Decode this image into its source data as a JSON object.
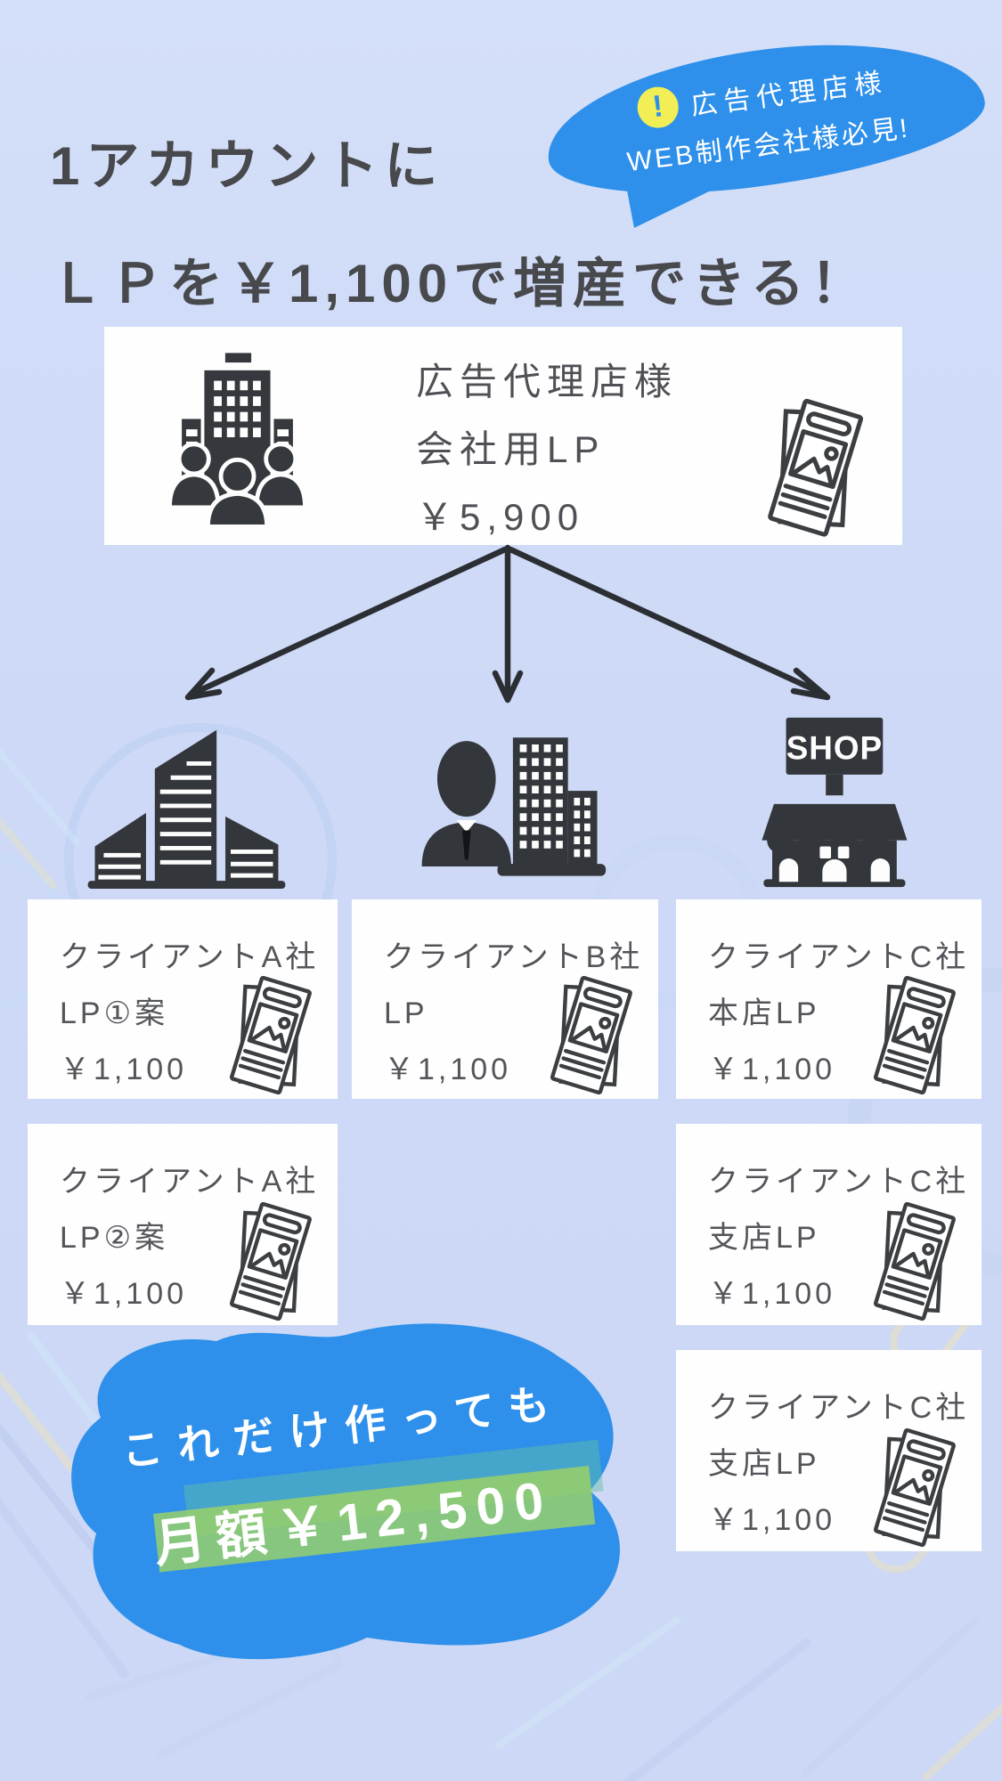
{
  "colors": {
    "background": "#cfdcf8",
    "accent_blue": "#2e90ea",
    "badge_yellow": "#f2ee55",
    "title_text": "#48494d",
    "card_text": "#54555a",
    "icon_dark": "#35383c",
    "highlight_green": "#8cc869",
    "card_bg": "#ffffff"
  },
  "badge": {
    "icon": "exclamation-icon",
    "icon_glyph": "!",
    "line1": "広告代理店様",
    "line2": "WEB制作会社様必見!"
  },
  "title": {
    "line1": "1アカウントに",
    "line2": "ＬＰを￥1,100で増産できる！"
  },
  "parent_card": {
    "name": "広告代理店様",
    "lp_type": "会社用LP",
    "price": "￥5,900"
  },
  "branch_icons": [
    {
      "icon": "office-towers-icon"
    },
    {
      "icon": "businessman-building-icon"
    },
    {
      "icon": "shop-icon",
      "sign_text": "SHOP"
    }
  ],
  "client_cards": [
    {
      "company": "クライアントA社",
      "lp_label": "LP①案",
      "price": "￥1,100"
    },
    {
      "company": "クライアントB社",
      "lp_label": "LP",
      "price": "￥1,100"
    },
    {
      "company": "クライアントC社",
      "lp_label": "本店LP",
      "price": "￥1,100"
    },
    {
      "company": "クライアントA社",
      "lp_label": "LP②案",
      "price": "￥1,100"
    },
    {
      "company": "クライアントC社",
      "lp_label": "支店LP",
      "price": "￥1,100"
    },
    {
      "company": "クライアントC社",
      "lp_label": "支店LP",
      "price": "￥1,100"
    }
  ],
  "summary": {
    "line1": "これだけ作っても",
    "line2": "月額￥12,500"
  }
}
